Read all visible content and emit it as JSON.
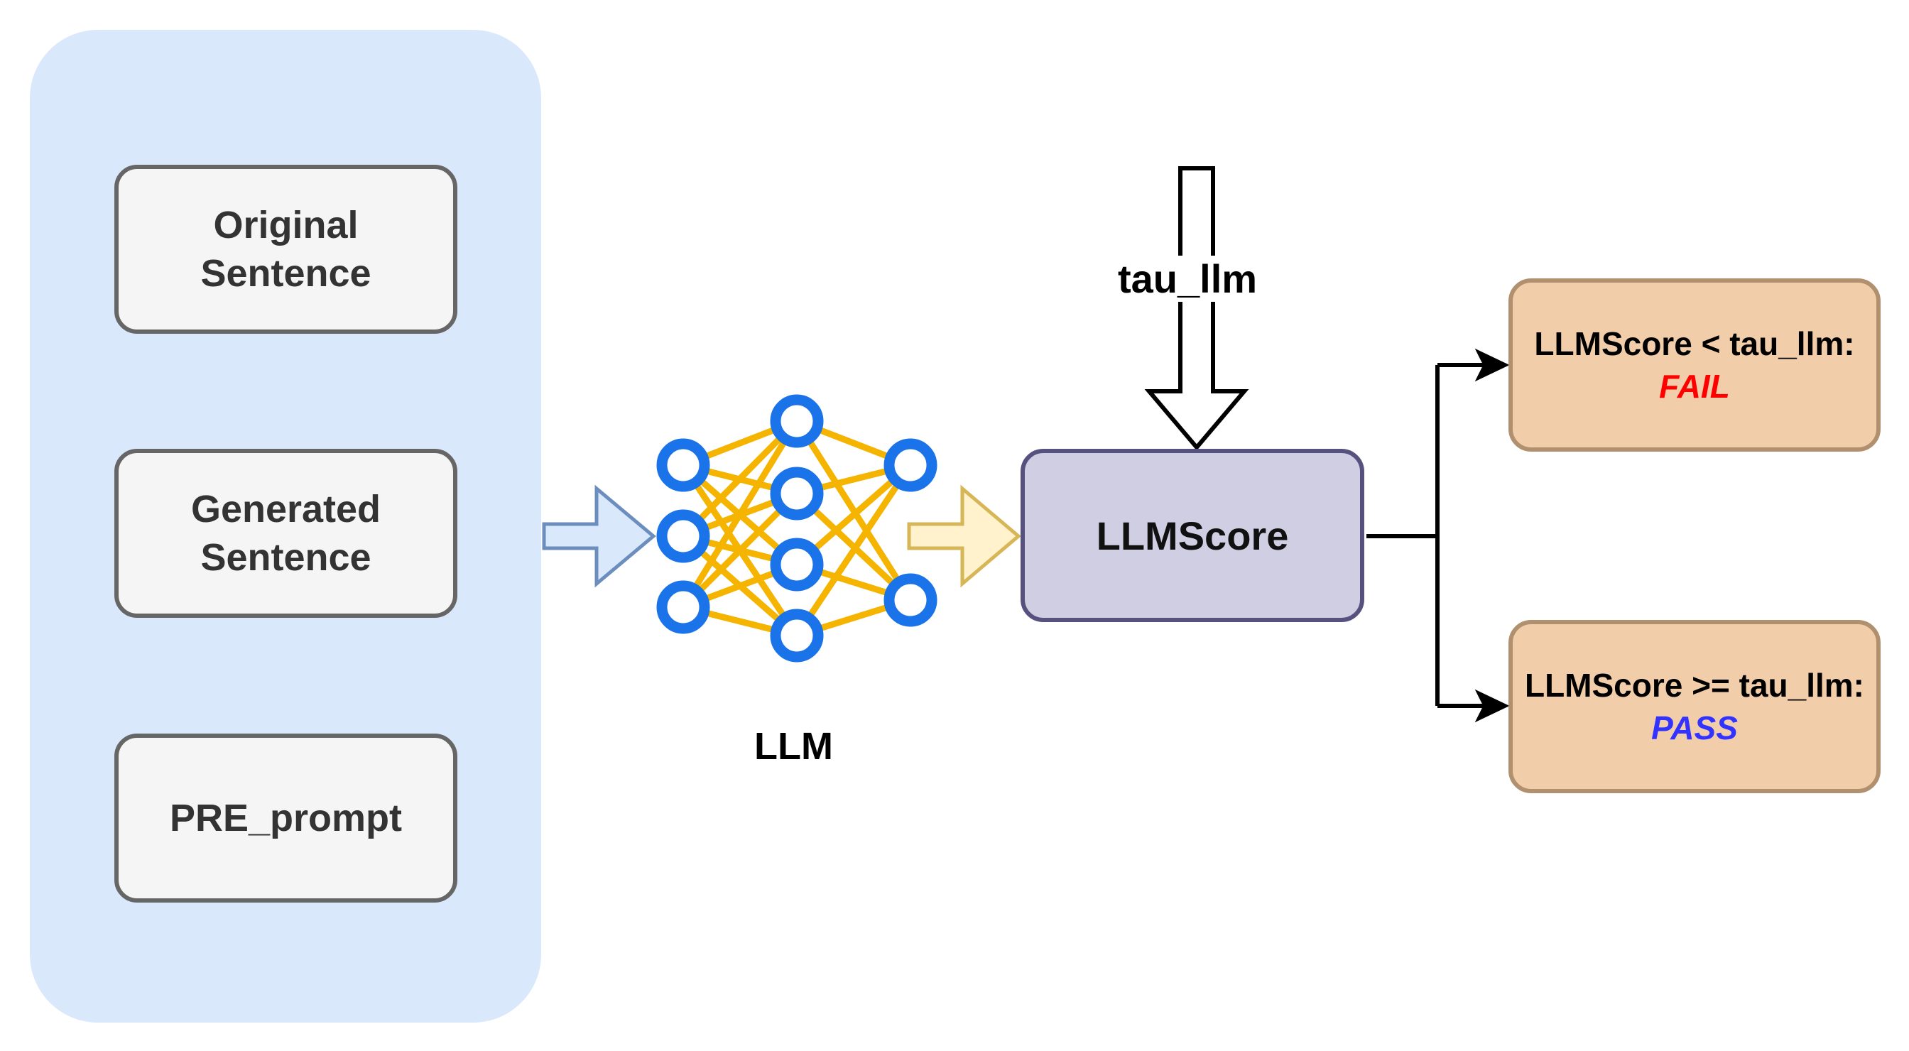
{
  "inputs": {
    "original_sentence": "Original\nSentence",
    "generated_sentence": "Generated\nSentence",
    "pre_prompt": "PRE_prompt"
  },
  "model": {
    "label": "LLM",
    "icon": "neural-network-icon"
  },
  "threshold": {
    "label": "tau_llm"
  },
  "score": {
    "label": "LLMScore"
  },
  "results": {
    "fail": {
      "condition": "LLMScore < tau_llm:",
      "status": "FAIL"
    },
    "pass": {
      "condition": "LLMScore >= tau_llm:",
      "status": "PASS"
    }
  },
  "colors": {
    "input_panel": "#dae8fc",
    "input_box_fill": "#f5f5f5",
    "input_box_border": "#666666",
    "score_box_fill": "#d0cee2",
    "score_box_border": "#56517e",
    "result_box_fill": "#f2cda9",
    "result_box_border": "#b1906f",
    "fail": "#ff0000",
    "pass": "#3333ff",
    "neuron": "#1a73e8",
    "synapse": "#f4b400",
    "input_arrow": "#6c8ebf",
    "output_arrow": "#d6b656"
  }
}
